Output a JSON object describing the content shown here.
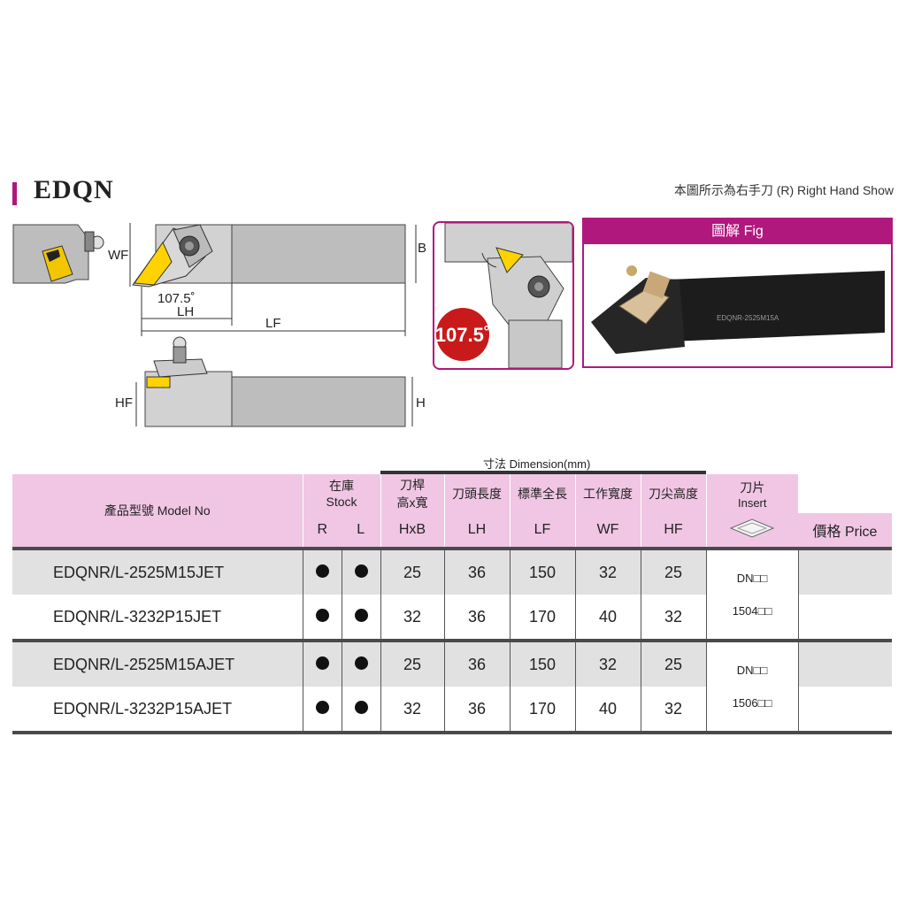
{
  "header": {
    "title": "EDQN",
    "note": "本圖所示為右手刀 (R) Right Hand Show"
  },
  "drawing": {
    "labels": {
      "wf": "WF",
      "b": "B",
      "angle": "107.5˚",
      "lh": "LH",
      "lf": "LF",
      "hf": "HF",
      "h": "H"
    },
    "badge": "107.5˚"
  },
  "figure": {
    "header": "圖解 Fig",
    "tool_marking": "EDQNR-2525M15A"
  },
  "table": {
    "dimension_group": "寸法 Dimension(mm)",
    "headers": {
      "model": "產品型號 Model No",
      "stock": "在庫\nStock",
      "stock_r": "R",
      "stock_l": "L",
      "shank_zh": "刀桿\n高x寬",
      "shank": "HxB",
      "lh_zh": "刀頭長度",
      "lh": "LH",
      "lf_zh": "標準全長",
      "lf": "LF",
      "wf_zh": "工作寬度",
      "wf": "WF",
      "hf_zh": "刀尖高度",
      "hf": "HF",
      "insert_zh": "刀片",
      "insert": "Insert",
      "price": "價格 Price"
    },
    "rows": [
      {
        "model": "EDQNR/L-2525M15JET",
        "r": true,
        "l": true,
        "hxb": "25",
        "lh": "36",
        "lf": "150",
        "wf": "32",
        "hf": "25"
      },
      {
        "model": "EDQNR/L-3232P15JET",
        "r": true,
        "l": true,
        "hxb": "32",
        "lh": "36",
        "lf": "170",
        "wf": "40",
        "hf": "32"
      },
      {
        "model": "EDQNR/L-2525M15AJET",
        "r": true,
        "l": true,
        "hxb": "25",
        "lh": "36",
        "lf": "150",
        "wf": "32",
        "hf": "25"
      },
      {
        "model": "EDQNR/L-3232P15AJET",
        "r": true,
        "l": true,
        "hxb": "32",
        "lh": "36",
        "lf": "170",
        "wf": "40",
        "hf": "32"
      }
    ],
    "inserts": [
      {
        "line1": "DN□□",
        "line2": "1504□□"
      },
      {
        "line1": "DN□□",
        "line2": "1506□□"
      }
    ]
  },
  "colors": {
    "accent": "#b0187e",
    "header_pink": "#f0c6e4",
    "row_gray": "#e1e1e1",
    "insert_yellow": "#ffd200"
  }
}
